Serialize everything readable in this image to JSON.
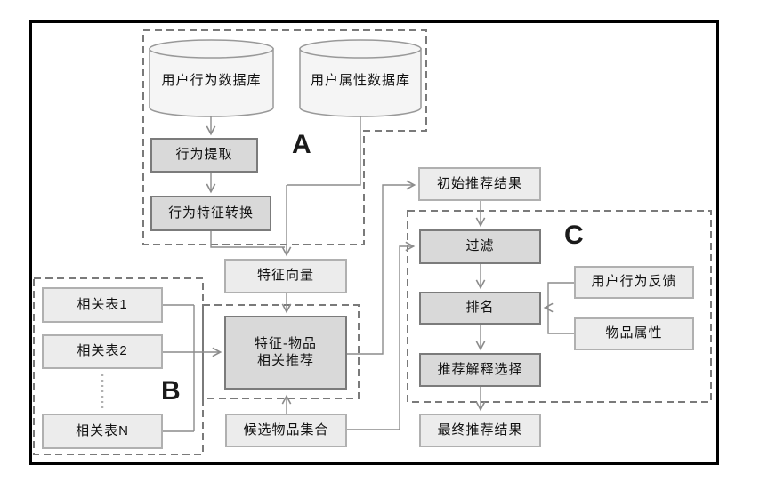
{
  "diagram": {
    "section_labels": {
      "a": "A",
      "b": "B",
      "c": "C"
    },
    "nodes": {
      "user_behavior_db": "用户行为数据库",
      "user_attribute_db": "用户属性数据库",
      "behavior_extraction": "行为提取",
      "behavior_feature_conversion": "行为特征转换",
      "feature_vector": "特征向量",
      "related_table_1": "相关表1",
      "related_table_2": "相关表2",
      "related_table_n": "相关表N",
      "feature_item_rec_line1": "特征-物品",
      "feature_item_rec_line2": "相关推荐",
      "candidate_item_set": "候选物品集合",
      "initial_rec_result": "初始推荐结果",
      "filter": "过滤",
      "ranking": "排名",
      "user_behavior_feedback": "用户行为反馈",
      "item_attribute": "物品属性",
      "rec_explanation_selection": "推荐解释选择",
      "final_rec_result": "最终推荐结果"
    },
    "colors": {
      "process_box_fill": "#d9d9d9",
      "process_box_border": "#7b7b7b",
      "data_box_fill": "#ececec",
      "data_box_border": "#b0b0b0",
      "cylinder_fill": "#f5f5f5",
      "cylinder_border": "#999999",
      "connector": "#8c8c8c",
      "dashed_outline": "#7a7a7a",
      "frame_border": "#000000"
    }
  }
}
